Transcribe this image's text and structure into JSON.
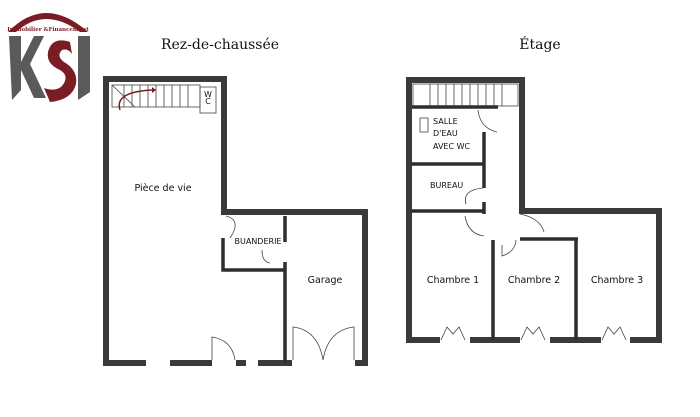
{
  "logo": {
    "letters": "KSI",
    "tagline": "Immobilier &Financement",
    "colors": {
      "red": "#7a1c24",
      "grey": "#5a5a5a"
    }
  },
  "plans": [
    {
      "title": "Rez-de-chaussée",
      "rooms": [
        "Pièce de vie",
        "BUANDERIE",
        "Garage"
      ],
      "wc_label": [
        "W",
        "C"
      ]
    },
    {
      "title": "Étage",
      "rooms": [
        "SALLE",
        "D'EAU",
        "AVEC WC",
        "BUREAU",
        "Chambre 1",
        "Chambre 2",
        "Chambre 3"
      ]
    }
  ],
  "colors": {
    "wall": "#3a3a3a",
    "stair_arrow": "#7a1c24"
  }
}
